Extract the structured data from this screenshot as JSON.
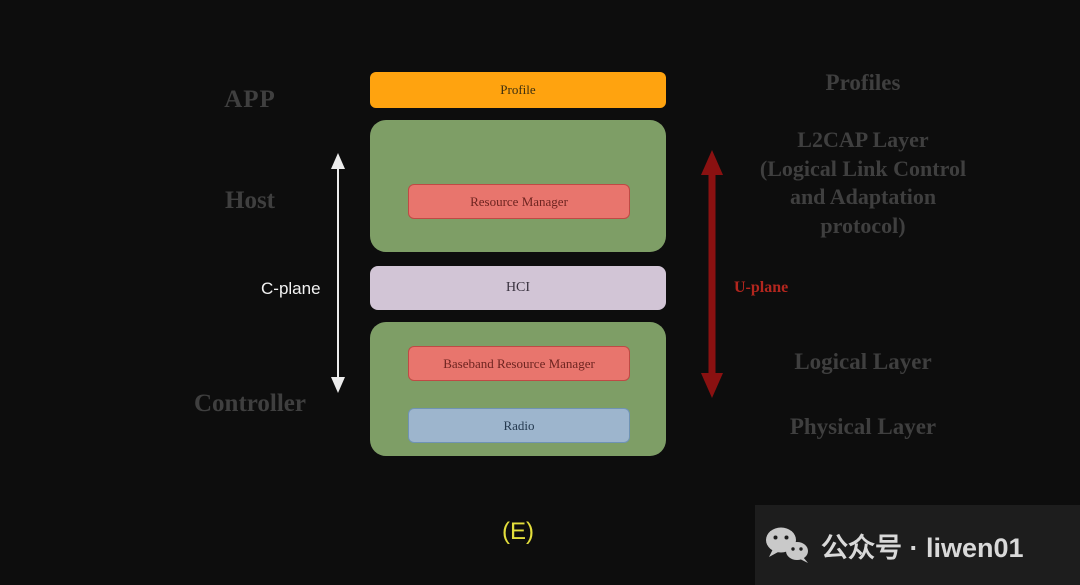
{
  "colors": {
    "background": "#0d0d0d",
    "profile_box": "#ffa30f",
    "layer_box_green": "#7e9e66",
    "inner_box_red": "#e8756d",
    "hci_box": "#d2c5d6",
    "radio_box": "#9db5cd",
    "c_plane_arrow": "#ececec",
    "u_plane_arrow": "#8a1111",
    "dim_label": "#3f3f3f",
    "u_plane_text": "#b3261e",
    "caption_yellow": "#e3de3c",
    "watermark_bg": "#1d1d1d"
  },
  "left_labels": {
    "app": "APP",
    "host": "Host",
    "c_plane": "C-plane",
    "controller": "Controller"
  },
  "stack": {
    "profile": "Profile",
    "resource_manager": "Resource Manager",
    "hci": "HCI",
    "baseband_resource_manager": "Baseband Resource Manager",
    "radio": "Radio"
  },
  "right_labels": {
    "profiles": "Profiles",
    "l2cap_line1": "L2CAP Layer",
    "l2cap_line2": "(Logical Link Control",
    "l2cap_line3": "and Adaptation",
    "l2cap_line4": "protocol)",
    "u_plane": "U-plane",
    "logical_layer": "Logical Layer",
    "physical_layer": "Physical Layer"
  },
  "caption": "(E)",
  "watermark": {
    "text": "公众号 · liwen01"
  }
}
